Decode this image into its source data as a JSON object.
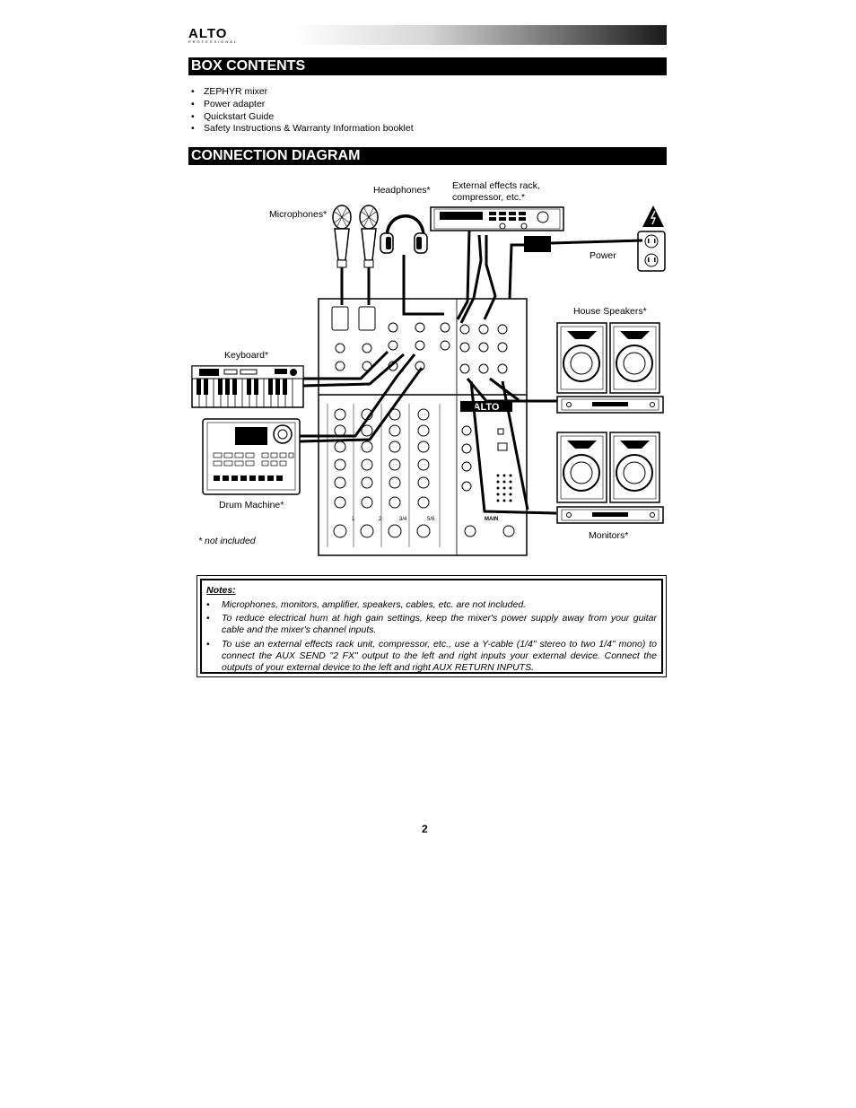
{
  "header": {
    "brand": "ALTO",
    "brand_sub": "PROFESSIONAL"
  },
  "box_contents": {
    "title": "BOX CONTENTS",
    "items": [
      "ZEPHYR mixer",
      "Power adapter",
      "Quickstart Guide",
      "Safety Instructions & Warranty Information booklet"
    ]
  },
  "connection_diagram": {
    "title": "CONNECTION DIAGRAM",
    "labels": {
      "headphones": "Headphones*",
      "effects_line1": "External effects rack,",
      "effects_line2": "compressor, etc.*",
      "microphones": "Microphones*",
      "power": "Power",
      "house_speakers": "House Speakers*",
      "keyboard": "Keyboard*",
      "drum_machine": "Drum Machine*",
      "monitors": "Monitors*",
      "not_included": "* not included"
    },
    "mixer_labels": {
      "ch1": "1",
      "ch2": "2",
      "ch34": "3/4",
      "ch56": "5/6",
      "main": "MAIN"
    }
  },
  "notes": {
    "title": "Notes:",
    "items": [
      "Microphones, monitors, amplifier, speakers, cables, etc. are not included.",
      "To reduce electrical hum at high gain settings, keep the mixer's power supply away from your guitar cable and the mixer's channel inputs.",
      "To use an external effects rack unit, compressor, etc., use a Y-cable (1/4\" stereo to two 1/4\" mono) to connect the AUX SEND \"2 FX\" output to the left and right inputs your external device.  Connect the outputs of your external device to the left and right AUX RETURN INPUTS."
    ]
  },
  "page_number": "2"
}
